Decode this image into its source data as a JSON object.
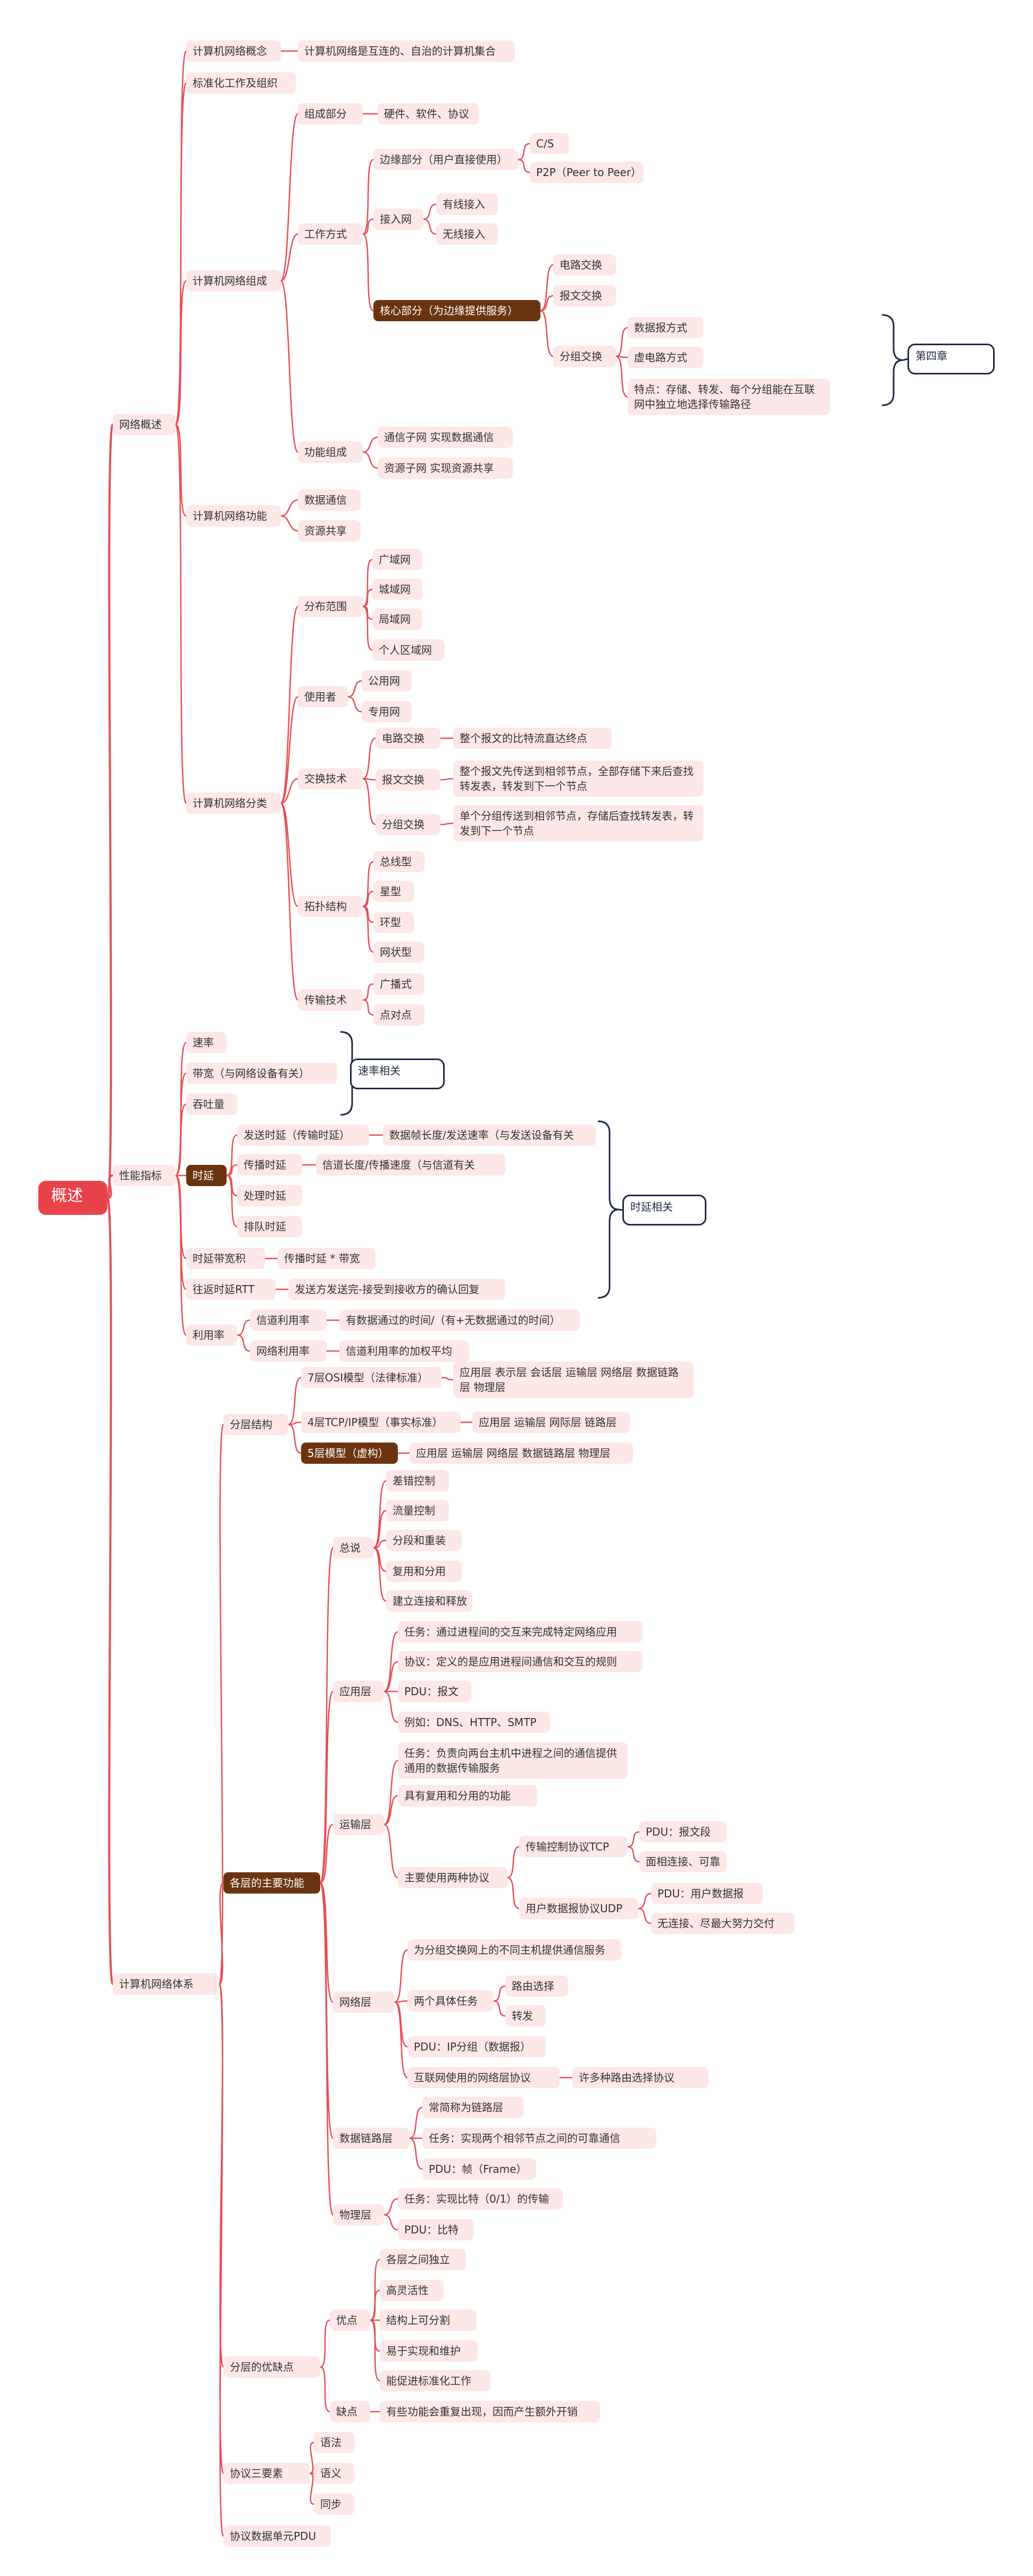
{
  "colors": {
    "branch": "#ea4c52",
    "node_fill": "#fde7e7",
    "root_fill": "#e8434a",
    "dark_fill": "#6b3410",
    "bracket": "#1f2a44"
  },
  "root": "概述",
  "nodes": {
    "n1": "网络概述",
    "n2": "计算机网络概念",
    "n3": "计算机网络是互连的、自治的计算机集合",
    "n4": "标准化工作及组织",
    "n5": "计算机网络组成",
    "n6": "组成部分",
    "n7": "硬件、软件、协议",
    "n8": "工作方式",
    "n9": "边缘部分（用户直接使用）",
    "n10": "C/S",
    "n11": "P2P（Peer to Peer）",
    "n12": "接入网",
    "n13": "有线接入",
    "n14": "无线接入",
    "n15": "核心部分（为边缘提供服务）",
    "n16": "电路交换",
    "n17": "报文交换",
    "n18": "分组交换",
    "n19": "数据报方式",
    "n20": "虚电路方式",
    "n21": "特点：存储、转发、每个分组能在互联网中独立地选择传输路径",
    "n22": "功能组成",
    "n23": "通信子网 实现数据通信",
    "n24": "资源子网 实现资源共享",
    "n25": "计算机网络功能",
    "n26": "数据通信",
    "n27": "资源共享",
    "n28": "计算机网络分类",
    "n29": "分布范围",
    "n30": "广域网",
    "n31": "城域网",
    "n32": "局域网",
    "n33": "个人区域网",
    "n34": "使用者",
    "n35": "公用网",
    "n36": "专用网",
    "n37": "交换技术",
    "n38": "电路交换",
    "n39": "整个报文的比特流直达终点",
    "n40": "报文交换",
    "n41": "整个报文先传送到相邻节点，全部存储下来后查找转发表，转发到下一个节点",
    "n42": "分组交换",
    "n43": "单个分组传送到相邻节点，存储后查找转发表，转发到下一个节点",
    "n44": "拓扑结构",
    "n45": "总线型",
    "n46": "星型",
    "n47": "环型",
    "n48": "网状型",
    "n49": "传输技术",
    "n50": "广播式",
    "n51": "点对点",
    "n52": "性能指标",
    "n53": "速率",
    "n54": "带宽（与网络设备有关）",
    "n55": "吞吐量",
    "n56": "时延",
    "n57": "发送时延（传输时延）",
    "n58": "数据帧长度/发送速率（与发送设备有关",
    "n59": "传播时延",
    "n60": "信道长度/传播速度（与信道有关",
    "n61": "处理时延",
    "n62": "排队时延",
    "n63": "时延带宽积",
    "n64": "传播时延 * 带宽",
    "n65": "往返时延RTT",
    "n66": "发送方发送完-接受到接收方的确认回复",
    "n67": "利用率",
    "n68": "信道利用率",
    "n69": "有数据通过的时间/（有+无数据通过的时间）",
    "n70": "网络利用率",
    "n71": "信道利用率的加权平均",
    "n72": "计算机网络体系",
    "n73": "分层结构",
    "n74": "7层OSI模型（法律标准）",
    "n75": "应用层 表示层 会话层 运输层 网络层 数据链路层 物理层",
    "n76": "4层TCP/IP模型（事实标准）",
    "n77": "应用层 运输层 网际层 链路层",
    "n78": "5层模型（虚构）",
    "n79": "应用层 运输层 网络层 数据链路层 物理层",
    "n80": "各层的主要功能",
    "n81": "总说",
    "n82": "差错控制",
    "n83": "流量控制",
    "n84": "分段和重装",
    "n85": "复用和分用",
    "n86": "建立连接和释放",
    "n87": "应用层",
    "n88": "任务：通过进程间的交互来完成特定网络应用",
    "n89": "协议：定义的是应用进程间通信和交互的规则",
    "n90": "PDU：报文",
    "n91": "例如：DNS、HTTP、SMTP",
    "n92": "运输层",
    "n93": "任务：负责向两台主机中进程之间的通信提供通用的数据传输服务",
    "n94": "具有复用和分用的功能",
    "n95": "主要使用两种协议",
    "n96": "传输控制协议TCP",
    "n97": "PDU：报文段",
    "n98": "面相连接、可靠",
    "n99": "用户数据报协议UDP",
    "n100": "PDU：用户数据报",
    "n101": "无连接、尽最大努力交付",
    "n102": "网络层",
    "n103": "为分组交换网上的不同主机提供通信服务",
    "n104": "两个具体任务",
    "n105": "路由选择",
    "n106": "转发",
    "n107": "PDU：IP分组（数据报）",
    "n108": "互联网使用的网络层协议",
    "n109": "许多种路由选择协议",
    "n110": "数据链路层",
    "n111": "常简称为链路层",
    "n112": "任务：实现两个相邻节点之间的可靠通信",
    "n113": "PDU：帧（Frame）",
    "n114": "物理层",
    "n115": "任务：实现比特（0/1）的传输",
    "n116": "PDU：比特",
    "n117": "分层的优缺点",
    "n118": "优点",
    "n119": "各层之间独立",
    "n120": "高灵活性",
    "n121": "结构上可分割",
    "n122": "易于实现和维护",
    "n123": "能促进标准化工作",
    "n124": "缺点",
    "n125": "有些功能会重复出现，因而产生额外开销",
    "n126": "协议三要素",
    "n127": "语法",
    "n128": "语义",
    "n129": "同步",
    "n130": "协议数据单元PDU"
  },
  "notes": {
    "b1": "第四章",
    "b2": "速率相关",
    "b3": "时延相关"
  }
}
